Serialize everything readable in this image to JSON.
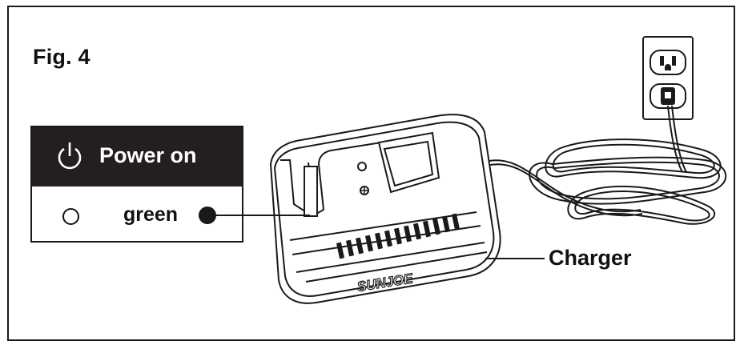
{
  "figure": {
    "title": "Fig. 4"
  },
  "legend": {
    "header_icon": "power-icon",
    "header_label": "Power on",
    "row_indicator_icon": "circle-outline-icon",
    "row_color_label": "green",
    "indicator_color": "#1a1a1a"
  },
  "callouts": {
    "charger_label": "Charger"
  },
  "charger": {
    "brand_text": "SUNJOE"
  },
  "colors": {
    "ink": "#1a1a1a",
    "header_bg": "#231f20",
    "paper": "#ffffff"
  }
}
